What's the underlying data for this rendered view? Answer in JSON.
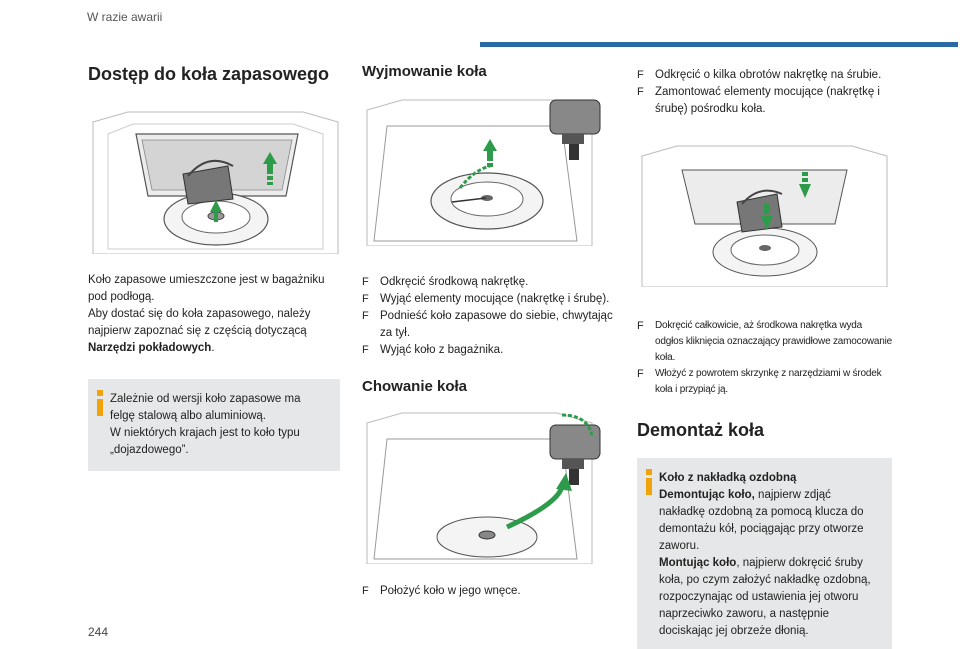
{
  "header": {
    "chapter": "W razie awarii"
  },
  "page_number": "244",
  "colors": {
    "accent_bar": "#2a6aa3",
    "info_icon": "#f0a30a",
    "arrow_green": "#2e9b4a",
    "info_bg": "#e6e7e8"
  },
  "col1": {
    "title": "Dostęp do koła zapasowego",
    "para1": "Koło zapasowe umieszczone jest w bagażniku pod podłogą.",
    "para2": "Aby dostać się do koła zapasowego, należy najpierw zapoznać się z częścią dotyczącą ",
    "para2_bold": "Narzędzi pokładowych",
    "para2_end": ".",
    "info": {
      "line1": "Zależnie od wersji koło zapasowe ma felgę stalową albo aluminiową.",
      "line2": "W niektórych krajach jest to koło typu „dojazdowego”."
    }
  },
  "col2": {
    "title1": "Wyjmowanie koła",
    "steps1": [
      "Odkręcić środkową nakrętkę.",
      "Wyjąć elementy mocujące (nakrętkę i śrubę).",
      "Podnieść koło zapasowe do siebie, chwytając za tył.",
      "Wyjąć koło z bagażnika."
    ],
    "title2": "Chowanie koła",
    "steps2": [
      "Położyć koło w jego wnęce."
    ]
  },
  "col3": {
    "steps_top": [
      "Odkręcić o kilka obrotów nakrętkę na śrubie.",
      "Zamontować elementy mocujące (nakrętkę i śrubę) pośrodku koła."
    ],
    "steps_small": [
      "Dokręcić całkowicie, aż środkowa nakrętka wyda odgłos kliknięcia oznaczający prawidłowe zamocowanie koła.",
      "Włożyć z powrotem skrzynkę z narzędziami w środek koła i przypiąć ją."
    ],
    "title": "Demontaż koła",
    "info": {
      "heading": "Koło z nakładką ozdobną",
      "remove_label": "Demontując koło,",
      "remove_text": " najpierw zdjąć nakładkę ozdobną za pomocą klucza do demontażu kół, pociągając przy otworze zaworu.",
      "mount_label": "Montując koło",
      "mount_text": ", najpierw dokręcić śruby koła, po czym założyć nakładkę ozdobną, rozpoczynając od ustawienia jej otworu naprzeciwko zaworu, a następnie dociskając jej obrzeże dłonią."
    }
  },
  "bullet_glyph": "F"
}
